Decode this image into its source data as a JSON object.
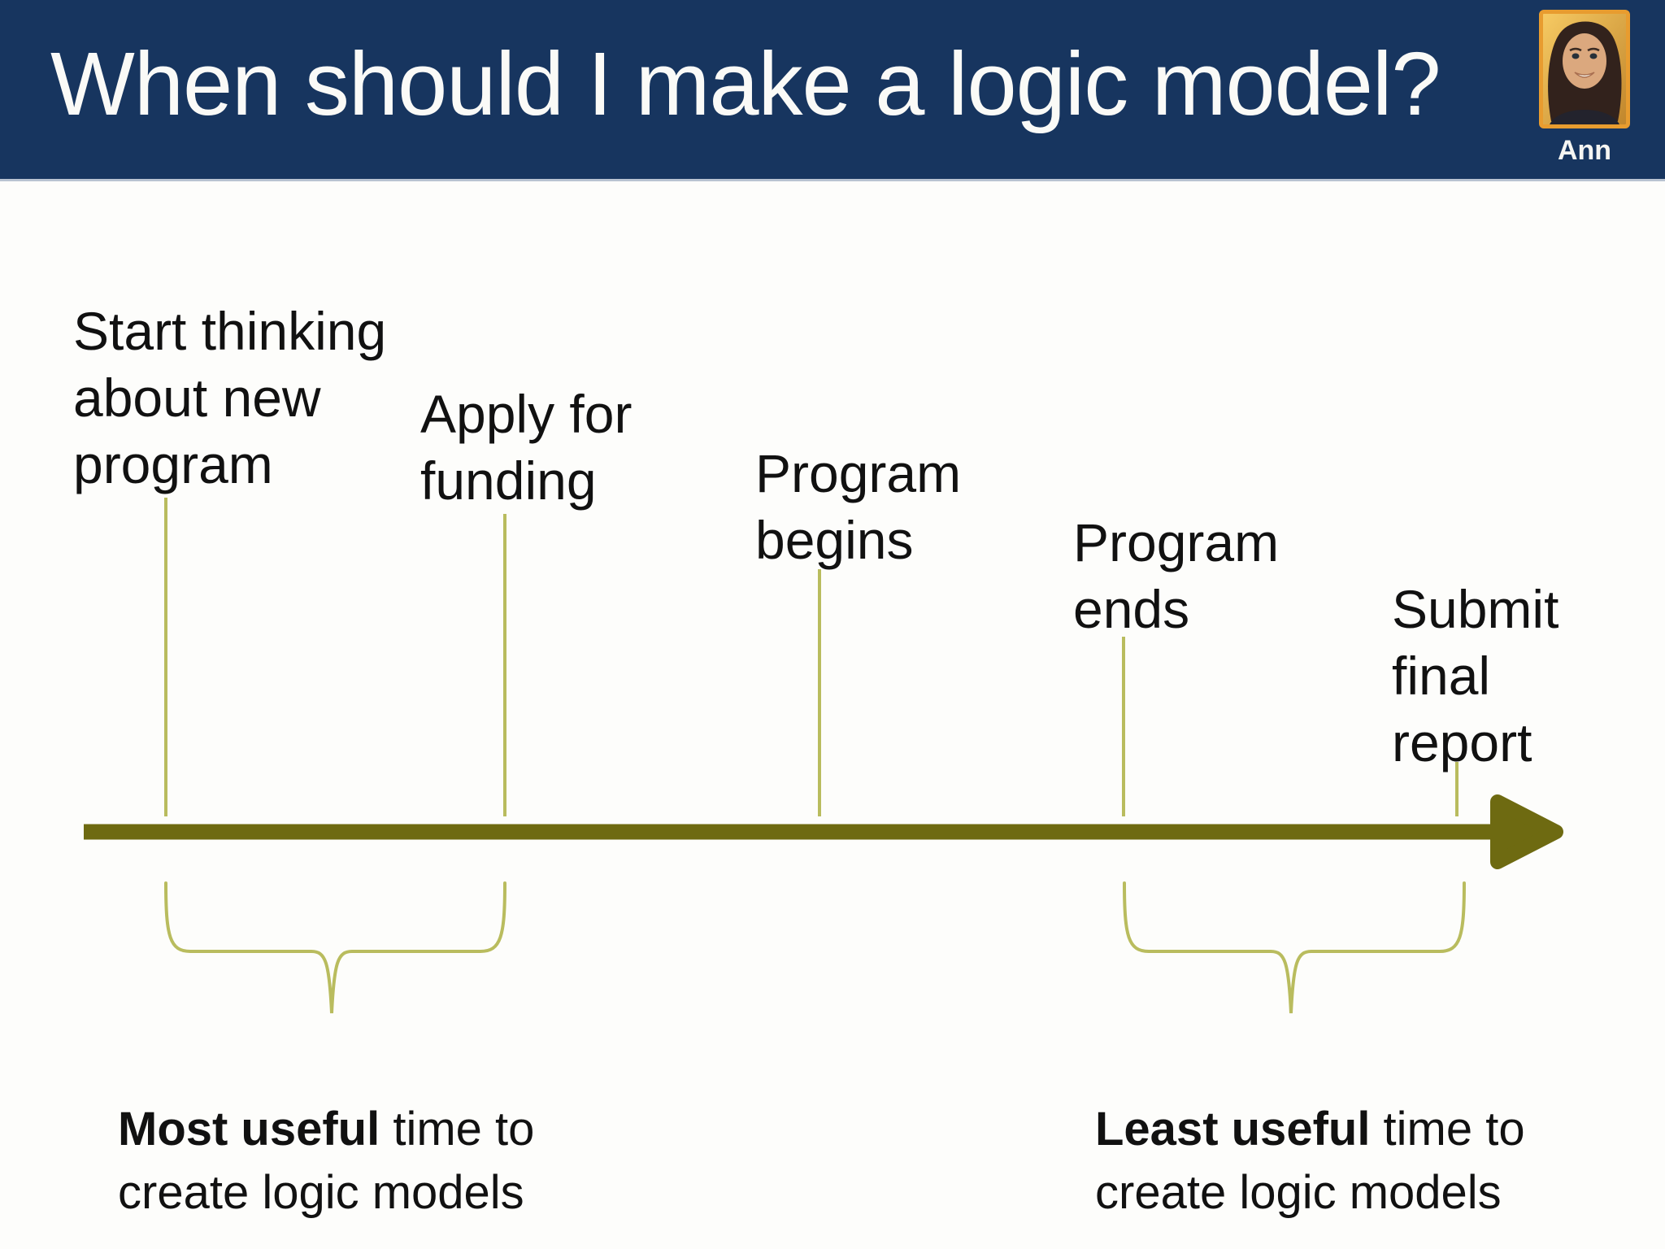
{
  "header": {
    "title": "When should I make a logic model?",
    "presenter_name": "Ann"
  },
  "timeline": {
    "events": [
      {
        "label": "Start thinking\nabout new\nprogram"
      },
      {
        "label": "Apply for\nfunding"
      },
      {
        "label": "Program\nbegins"
      },
      {
        "label": "Program\nends"
      },
      {
        "label": "Submit\nfinal\nreport"
      }
    ],
    "annotations": [
      {
        "emphasis": "Most useful",
        "rest": " time to\ncreate logic models"
      },
      {
        "emphasis": "Least useful",
        "rest": " time to\ncreate logic models"
      }
    ]
  },
  "colors": {
    "header_background": "#17355f",
    "title_text": "#fafaf7",
    "arrow": "#6e6a11",
    "ticks_and_braces": "#b9bc5e",
    "label_text": "#111111",
    "avatar_border": "#e89c2f"
  }
}
